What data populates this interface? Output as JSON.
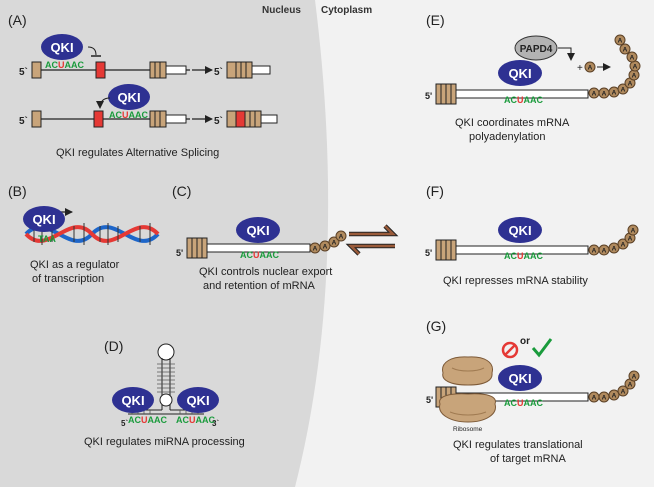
{
  "regions": {
    "nucleus": "Nucleus",
    "cytoplasm": "Cytoplasm"
  },
  "protein": "QKI",
  "motif": {
    "a": "A",
    "c1": "C",
    "u": "U",
    "a2": "A",
    "a3": "A",
    "c2": "C"
  },
  "five_prime": "5`",
  "five_prime_alt": "5'",
  "three_prime": "3`",
  "poly_a": "A",
  "panels": {
    "A": {
      "letter": "(A)",
      "caption": "QKI regulates Alternative Splicing"
    },
    "B": {
      "letter": "(B)",
      "promoter": "TAA",
      "caption1": "QKI as a regulator",
      "caption2": "of transcription"
    },
    "C": {
      "letter": "(C)",
      "caption1": "QKI controls nuclear export",
      "caption2": "and retention of mRNA"
    },
    "D": {
      "letter": "(D)",
      "caption": "QKI regulates miRNA processing"
    },
    "E": {
      "letter": "(E)",
      "enzyme": "PAPD4",
      "plus": "+",
      "caption1": "QKI coordinates mRNA",
      "caption2": "polyadenylation"
    },
    "F": {
      "letter": "(F)",
      "caption": "QKI represses mRNA stability"
    },
    "G": {
      "letter": "(G)",
      "or": "or",
      "ribosome": "Ribosome",
      "caption1": "QKI regulates translational",
      "caption2": "of target mRNA"
    }
  },
  "colors": {
    "qki": "#2e3192",
    "exon": "#c8a47a",
    "splice_exon": "#e53935",
    "green": "#1a9b3c",
    "red": "#e53935",
    "polya": "#b08a5e",
    "nucleus_bg": "#d9d9d9",
    "cytoplasm_bg": "#f2f2f2"
  }
}
